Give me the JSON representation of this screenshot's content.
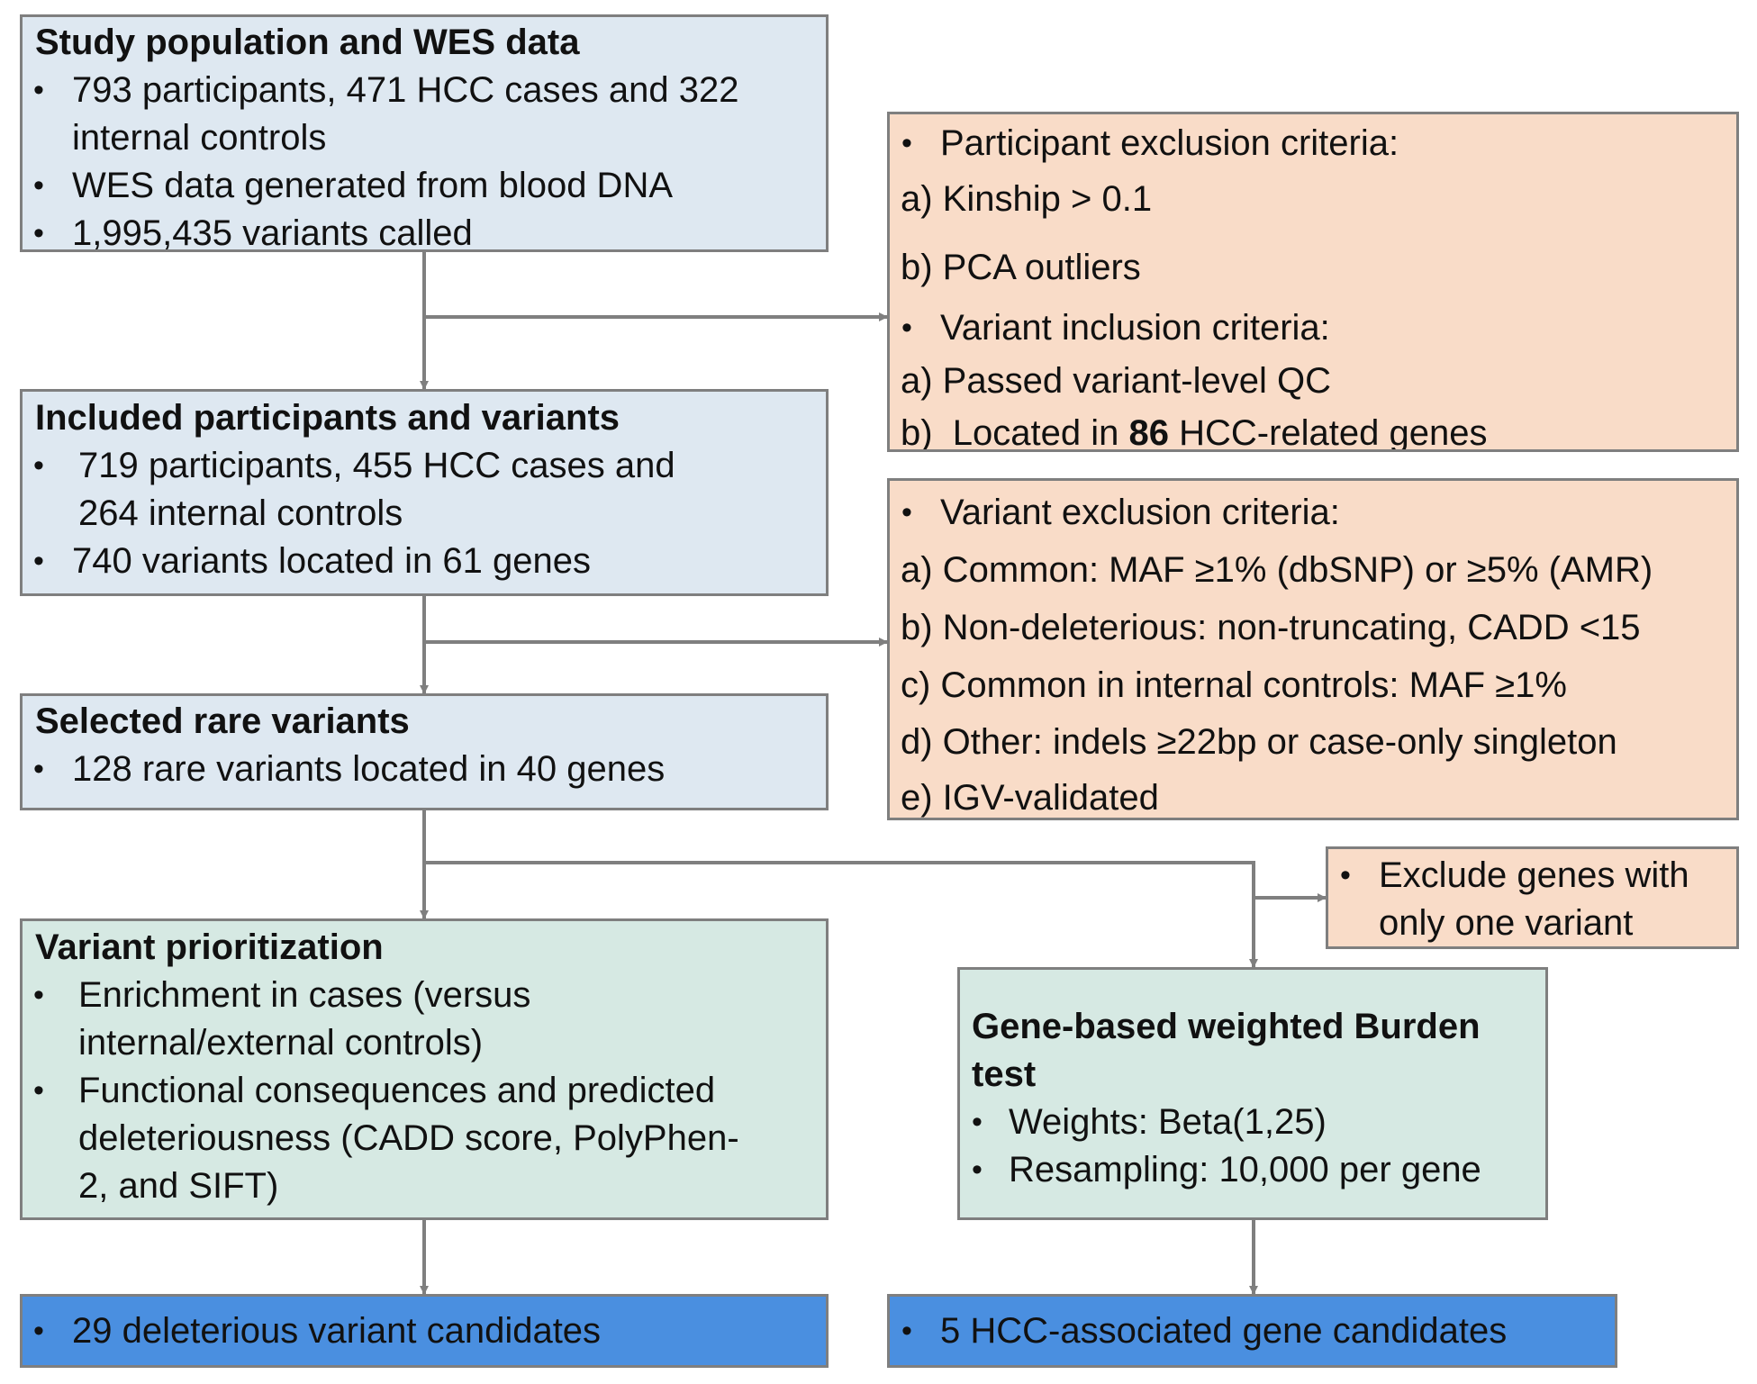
{
  "colors": {
    "study_box": "#dee8f1",
    "criteria_box": "#f9dcc8",
    "analysis_box": "#d6e9e3",
    "result_box": "#4a8fe0",
    "border": "#7f7f7f",
    "arrow": "#7f7f7f"
  },
  "bullet": "•",
  "study": {
    "title": "Study population and WES data",
    "line1": "793 participants, 471 HCC cases and 322",
    "line1b": "internal controls",
    "line2": "WES data generated from blood DNA",
    "line3": "1,995,435 variants called"
  },
  "criteria1": {
    "participant_header": "Participant exclusion criteria:",
    "a": "a) Kinship > 0.1",
    "b": "b) PCA outliers",
    "variant_header": "Variant inclusion criteria:",
    "va": "a)  Passed variant-level QC",
    "vb_prefix": "b)  Located in ",
    "vb_bold": "86",
    "vb_suffix": " HCC-related genes"
  },
  "included": {
    "title": "Included participants and variants",
    "line1": "719 participants, 455 HCC cases and",
    "line1b": "264 internal controls",
    "line2": "740 variants located in 61 genes"
  },
  "criteria2": {
    "header": "Variant exclusion criteria:",
    "a": "a) Common: MAF ≥1% (dbSNP) or ≥5% (AMR)",
    "b": "b) Non-deleterious: non-truncating, CADD <15",
    "c": "c) Common in internal controls: MAF ≥1%",
    "d": "d) Other: indels ≥22bp or case-only singleton",
    "e": "e) IGV-validated"
  },
  "selected": {
    "title": "Selected rare variants",
    "line1": "128 rare variants located in 40 genes"
  },
  "exclude_genes": {
    "line1": "Exclude genes with",
    "line1b": "only one variant"
  },
  "prioritization": {
    "title": "Variant prioritization",
    "line1": "Enrichment in cases (versus",
    "line1b": "internal/external controls)",
    "line2": "Functional consequences and predicted",
    "line2b": "deleteriousness (CADD score, PolyPhen-",
    "line2c": "2, and SIFT)"
  },
  "burden": {
    "title": "Gene-based weighted Burden",
    "title2": "test",
    "line1": "Weights: Beta(1,25)",
    "line2": "Resampling: 10,000 per gene"
  },
  "result_left": {
    "line1": "29 deleterious variant candidates"
  },
  "result_right": {
    "line1": "5 HCC-associated gene candidates"
  }
}
